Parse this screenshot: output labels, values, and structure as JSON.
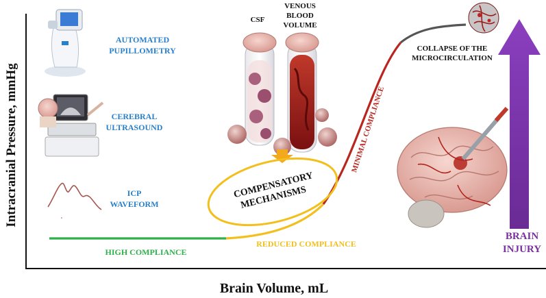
{
  "axes": {
    "y_label": "Intracranial Pressure, mmHg",
    "x_label": "Brain Volume, mL"
  },
  "monitoring": {
    "pupillometry": [
      "AUTOMATED",
      "PUPILLOMETRY"
    ],
    "ultrasound": [
      "CEREBRAL",
      "ULTRASOUND"
    ],
    "icp_waveform": [
      "ICP",
      "WAVEFORM"
    ]
  },
  "tubes": {
    "csf": "CSF",
    "venous": [
      "VENOUS",
      "BLOOD",
      "VOLUME"
    ]
  },
  "compensatory": [
    "COMPENSATORY",
    "MECHANISMS"
  ],
  "phases": {
    "high": "HIGH COMPLIANCE",
    "reduced": "REDUCED COMPLIANCE",
    "minimal": "MINIMAL COMPLIANCE",
    "collapse": [
      "COLLAPSE OF THE",
      "MICROCIRCULATION"
    ]
  },
  "injury": [
    "BRAIN",
    "INJURY"
  ],
  "colors": {
    "blue_text": "#2a7fc9",
    "high": "#2fb04a",
    "reduced": "#f2bf1d",
    "minimal": "#b8261f",
    "collapse": "#555555",
    "injury": "#7a2fa0"
  }
}
